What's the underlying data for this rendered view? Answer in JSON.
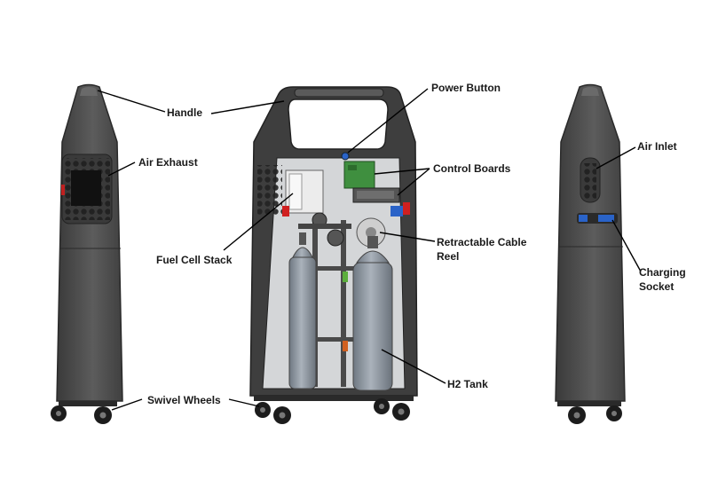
{
  "labels": {
    "handle": "Handle",
    "air_exhaust": "Air Exhaust",
    "power_button": "Power Button",
    "control_boards": "Control Boards",
    "retractable_cable_reel_line1": "Retractable Cable",
    "retractable_cable_reel_line2": "Reel",
    "fuel_cell_stack": "Fuel Cell Stack",
    "h2_tank": "H2 Tank",
    "swivel_wheels": "Swivel Wheels",
    "air_inlet": "Air Inlet",
    "charging_socket_line1": "Charging",
    "charging_socket_line2": "Socket"
  },
  "colors": {
    "housing": "#4a4a4a",
    "housing_dark": "#2e2e2e",
    "tank": "#8e96a0",
    "control_board": "#3f8f3f",
    "fuel_cell": "#e6e6e6",
    "accent_red": "#d02020",
    "accent_blue": "#2a63c8",
    "leader": "#000000"
  }
}
